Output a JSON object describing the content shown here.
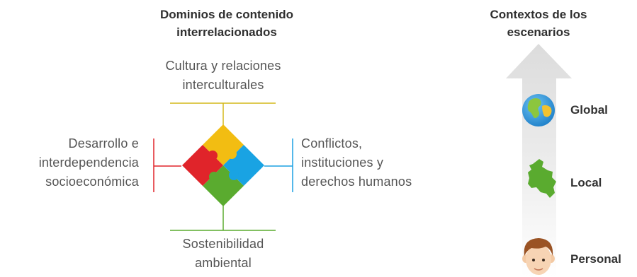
{
  "left_heading": {
    "line1": "Dominios de contenido",
    "line2": "interrelacionados"
  },
  "right_heading": {
    "line1": "Contextos de los",
    "line2": "escenarios"
  },
  "domains": {
    "top": {
      "line1": "Cultura y relaciones",
      "line2": "interculturales",
      "color": "#d4b81a"
    },
    "left": {
      "line1": "Desarrollo e",
      "line2": "interdependencia",
      "line3": "socioeconómica",
      "color": "#e0242a"
    },
    "right": {
      "line1": "Conflictos,",
      "line2": "instituciones y",
      "line3": "derechos humanos",
      "color": "#1ba1e2"
    },
    "bottom": {
      "line1": "Sostenibilidad",
      "line2": "ambiental",
      "color": "#5aab2f"
    }
  },
  "puzzle_icon": "puzzle-icon",
  "contexts": [
    {
      "label": "Global",
      "icon": "globe-icon"
    },
    {
      "label": "Local",
      "icon": "country-map-icon"
    },
    {
      "label": "Personal",
      "icon": "person-face-icon"
    }
  ],
  "arrow_icon": "up-arrow-icon"
}
